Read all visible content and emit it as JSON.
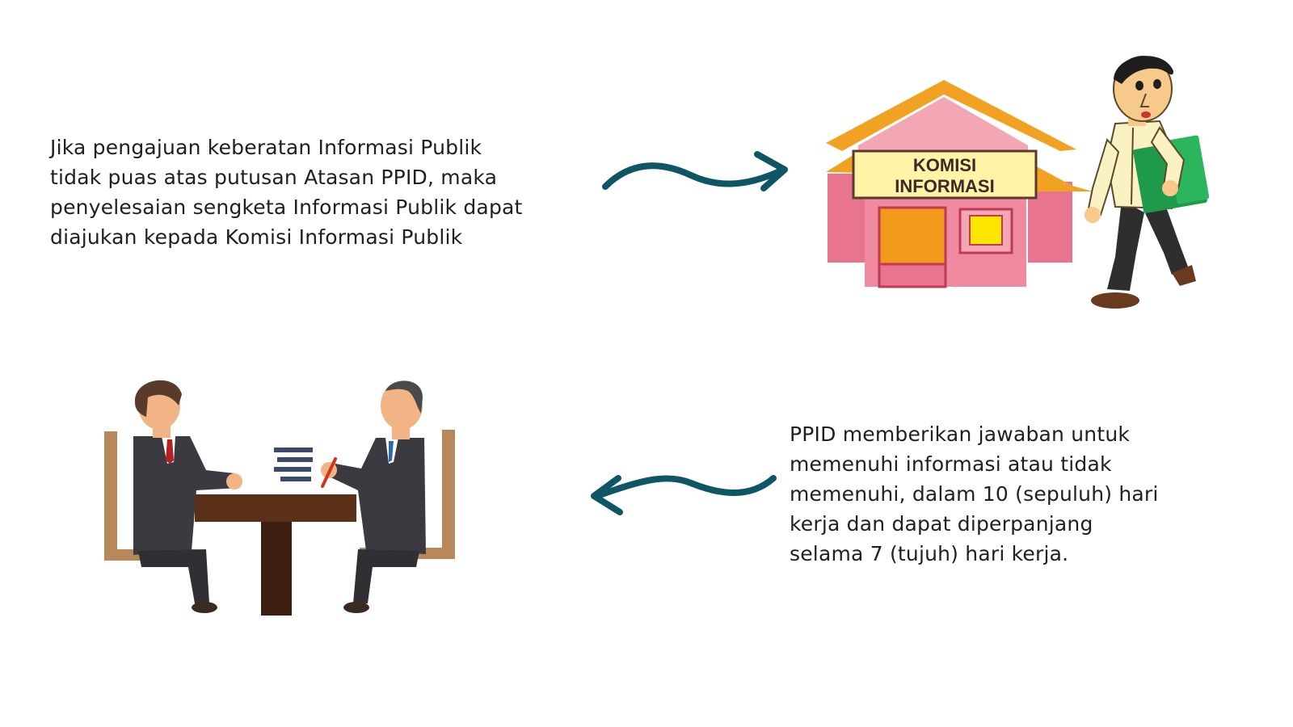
{
  "top_step": {
    "lines": [
      "Jika pengajuan keberatan Informasi Publik",
      "tidak puas atas putusan Atasan PPID, maka",
      "penyelesaian sengketa Informasi Publik dapat",
      "diajukan kepada Komisi Informasi Publik"
    ]
  },
  "bottom_step": {
    "lines": [
      "PPID memberikan jawaban untuk",
      "memenuhi informasi atau tidak",
      "memenuhi, dalam 10 (sepuluh) hari",
      "kerja dan dapat diperpanjang",
      "selama 7 (tujuh) hari kerja."
    ]
  },
  "building_sign": {
    "line1": "KOMISI",
    "line2": "INFORMASI"
  },
  "colors": {
    "arrow": "#0e5566",
    "roof": "#f2a223",
    "wall": "#e9748e",
    "wall_light": "#f3a7b5",
    "sign": "#fff3a6",
    "door": "#f29a1c",
    "window": "#ffe600",
    "table": "#5a3019",
    "chair": "#b8885a",
    "suit": "#3a3a40"
  },
  "icons": {
    "arrow_right": "curved-arrow-right-icon",
    "arrow_left": "curved-arrow-left-icon",
    "building": "komisi-informasi-building",
    "person_walking": "person-with-folder",
    "meeting": "two-businessmen-meeting"
  }
}
